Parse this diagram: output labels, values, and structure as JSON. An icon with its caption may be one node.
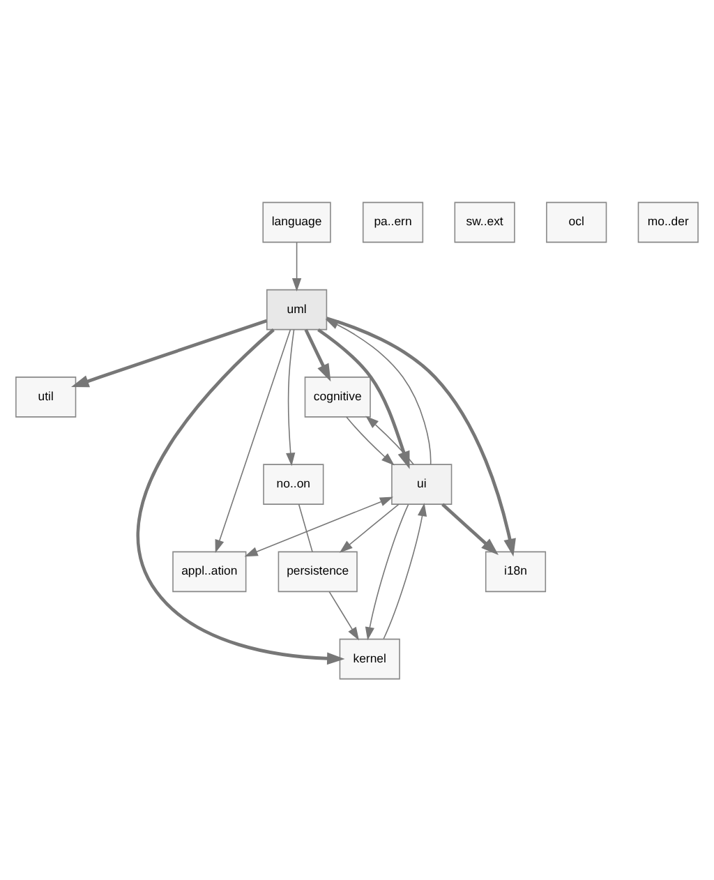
{
  "diagram": {
    "nodes": [
      {
        "text": [
          "language"
        ]
      },
      {
        "text": [
          "uml"
        ]
      },
      {
        "text": [
          "pa..ern"
        ]
      },
      {
        "text": [
          "sw..ext"
        ]
      },
      {
        "text": [
          "ocl"
        ]
      },
      {
        "text": [
          "mo..der"
        ]
      },
      {
        "text": [
          "util"
        ]
      },
      {
        "text": [
          "cognitive"
        ]
      },
      {
        "text": [
          "ui"
        ]
      },
      {
        "text": [
          "appl..ation"
        ]
      },
      {
        "text": [
          "no..on"
        ]
      },
      {
        "text": [
          "i18n"
        ]
      },
      {
        "text": [
          "persistence"
        ]
      },
      {
        "text": [
          "kernel"
        ]
      }
    ],
    "edges": [
      {
        "from": 0,
        "to": 1,
        "arrow": "to"
      },
      {
        "from": 1,
        "to": 6,
        "arrow": "to",
        "style": "thick"
      },
      {
        "from": 1,
        "to": 11,
        "arrow": "to",
        "style": "thick"
      },
      {
        "from": 1,
        "to": 7,
        "arrow": "to",
        "style": "thick"
      },
      {
        "from": 1,
        "to": 13,
        "arrow": "to",
        "style": "thick"
      },
      {
        "from": 8,
        "to": 1,
        "arrow": "to"
      },
      {
        "from": 1,
        "to": 8,
        "arrow": "to",
        "style": "thick"
      },
      {
        "from": 1,
        "to": 9,
        "arrow": "to"
      },
      {
        "from": 1,
        "to": 10,
        "arrow": "to"
      },
      {
        "from": 8,
        "to": 7,
        "arrow": "to"
      },
      {
        "from": 7,
        "to": 8,
        "arrow": "to"
      },
      {
        "from": 8,
        "to": 9,
        "arrow": "both"
      },
      {
        "from": 8,
        "to": 11,
        "arrow": "to",
        "style": "thick"
      },
      {
        "from": 13,
        "to": 8,
        "arrow": "to"
      },
      {
        "from": 8,
        "to": 13,
        "arrow": "to"
      },
      {
        "from": 8,
        "to": 12,
        "arrow": "to"
      },
      {
        "from": 10,
        "to": 12,
        "arrow": "none"
      },
      {
        "from": 12,
        "to": 13,
        "arrow": "to"
      }
    ]
  }
}
